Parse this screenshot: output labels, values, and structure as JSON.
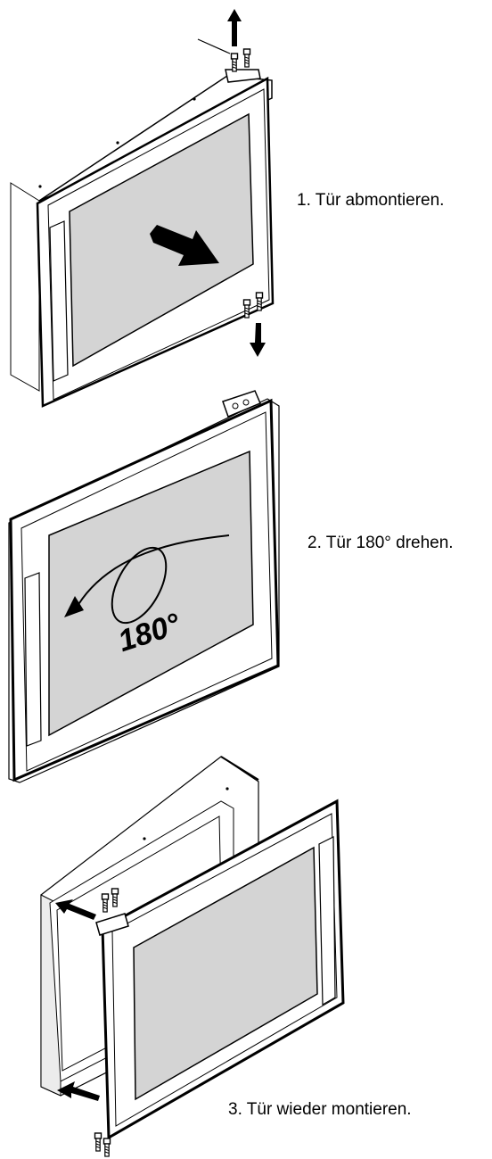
{
  "steps": [
    {
      "label": "1. Tür abmontieren."
    },
    {
      "label": "2. Tür 180° drehen."
    },
    {
      "label": "3. Tür wieder montieren."
    }
  ],
  "rotation_label": "180°",
  "colors": {
    "glass": "#d4d4d4",
    "line": "#000000",
    "panel": "#ffffff",
    "cabinet_shade": "#ececec"
  }
}
